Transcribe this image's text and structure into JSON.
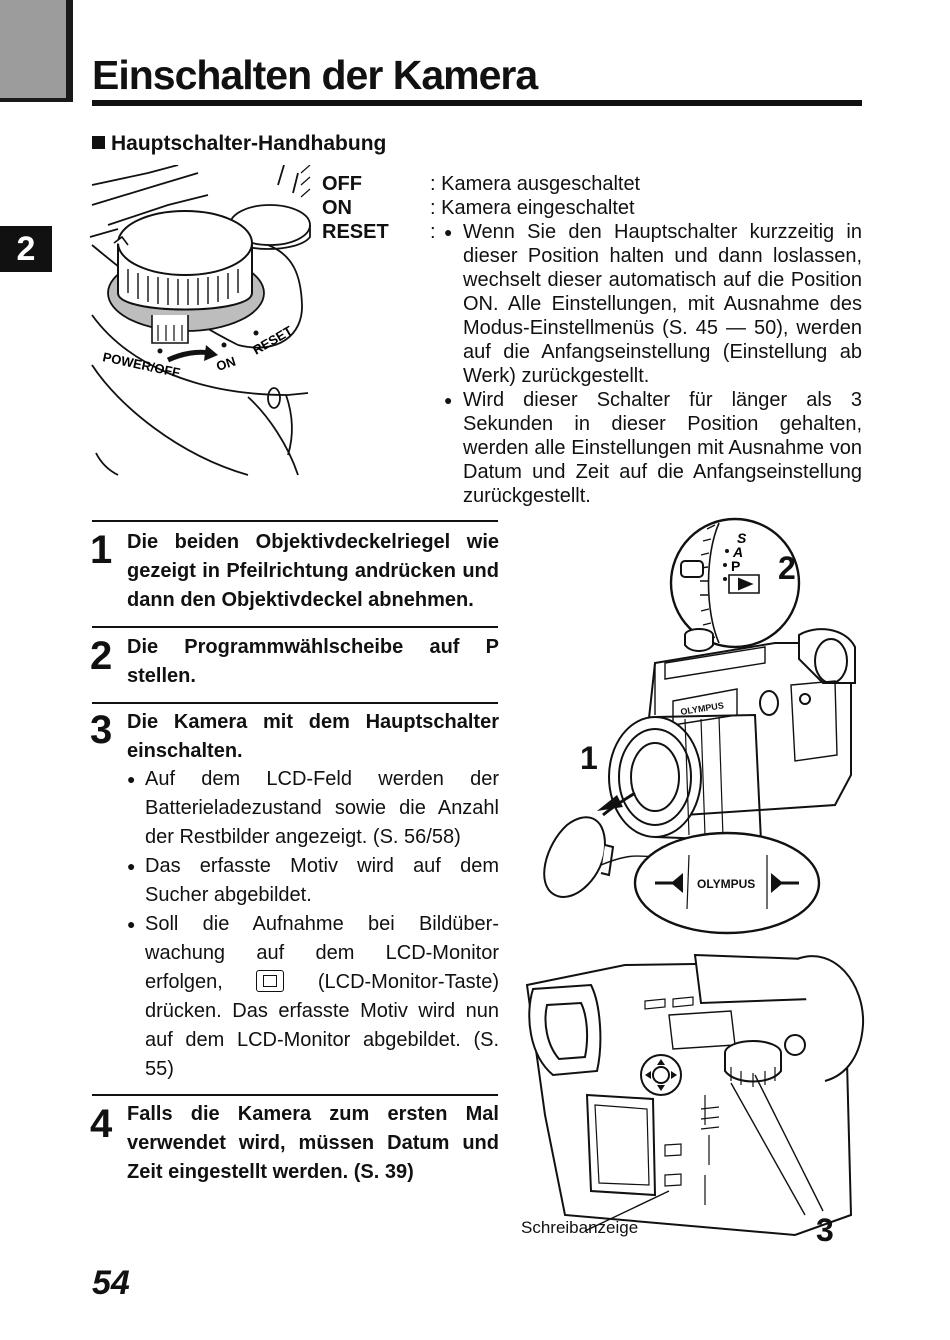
{
  "chapter": "2",
  "title": "Einschalten der Kamera",
  "section_heading": "Hauptschalter-Handhabung",
  "dial_labels": {
    "power_off": "POWER/OFF",
    "on": "ON",
    "reset": "RESET"
  },
  "switch_positions": [
    {
      "key": "OFF",
      "desc": ": Kamera ausgeschaltet"
    },
    {
      "key": "ON",
      "desc": ": Kamera eingeschaltet"
    }
  ],
  "reset": {
    "key": "RESET",
    "colon": ":",
    "bullets": [
      "Wenn Sie den Hauptschalter kurzzeitig in dieser Position halten und dann loslassen, wechselt dieser automatisch auf die Position ON. Alle Einstellungen, mit Ausnahme des Modus-Einstellmenüs (S. 45 — 50), werden auf die Anfangseinstellung (Einstellung ab Werk) zurückgestellt.",
      "Wird dieser Schalter für länger als 3 Sekunden in dieser Position gehalten, werden alle Einstellungen mit Ausnahme von Datum und Zeit auf die Anfangseinstellung zurückgestellt."
    ]
  },
  "steps": [
    {
      "num": "1",
      "text": "Die beiden Objektivdeckelriegel wie gezeigt in Pfeilrichtung andrücken und dann den Objektivdeckel abnehmen."
    },
    {
      "num": "2",
      "text": "Die Programmwählscheibe auf P stellen."
    },
    {
      "num": "3",
      "text": "Die Kamera mit dem Hauptschalter einschalten."
    },
    {
      "num": "4",
      "text": "Falls die Kamera zum ersten Mal verwendet wird, müssen Datum und Zeit eingestellt werden. (S. 39)"
    }
  ],
  "step3_bullets": {
    "b1": "Auf dem LCD-Feld werden der Batterieladezustand sowie die Anzahl der Restbilder angezeigt. (S. 56/58)",
    "b2": "Das erfasste Motiv wird auf dem Sucher abgebildet.",
    "b3_before": "Soll die Aufnahme bei Bildüber-wachung auf dem LCD-Monitor erfolgen,",
    "b3_after": "(LCD-Monitor-Taste) drücken. Das erfasste Motiv wird nun auf dem LCD-Monitor abgebildet. (S. 55)"
  },
  "figure": {
    "mode_dial": [
      "S",
      "A",
      "P"
    ],
    "brand": "OLYMPUS",
    "callouts": [
      "1",
      "2",
      "3"
    ],
    "caption": "Schreibanzeige"
  },
  "page_number": "54"
}
